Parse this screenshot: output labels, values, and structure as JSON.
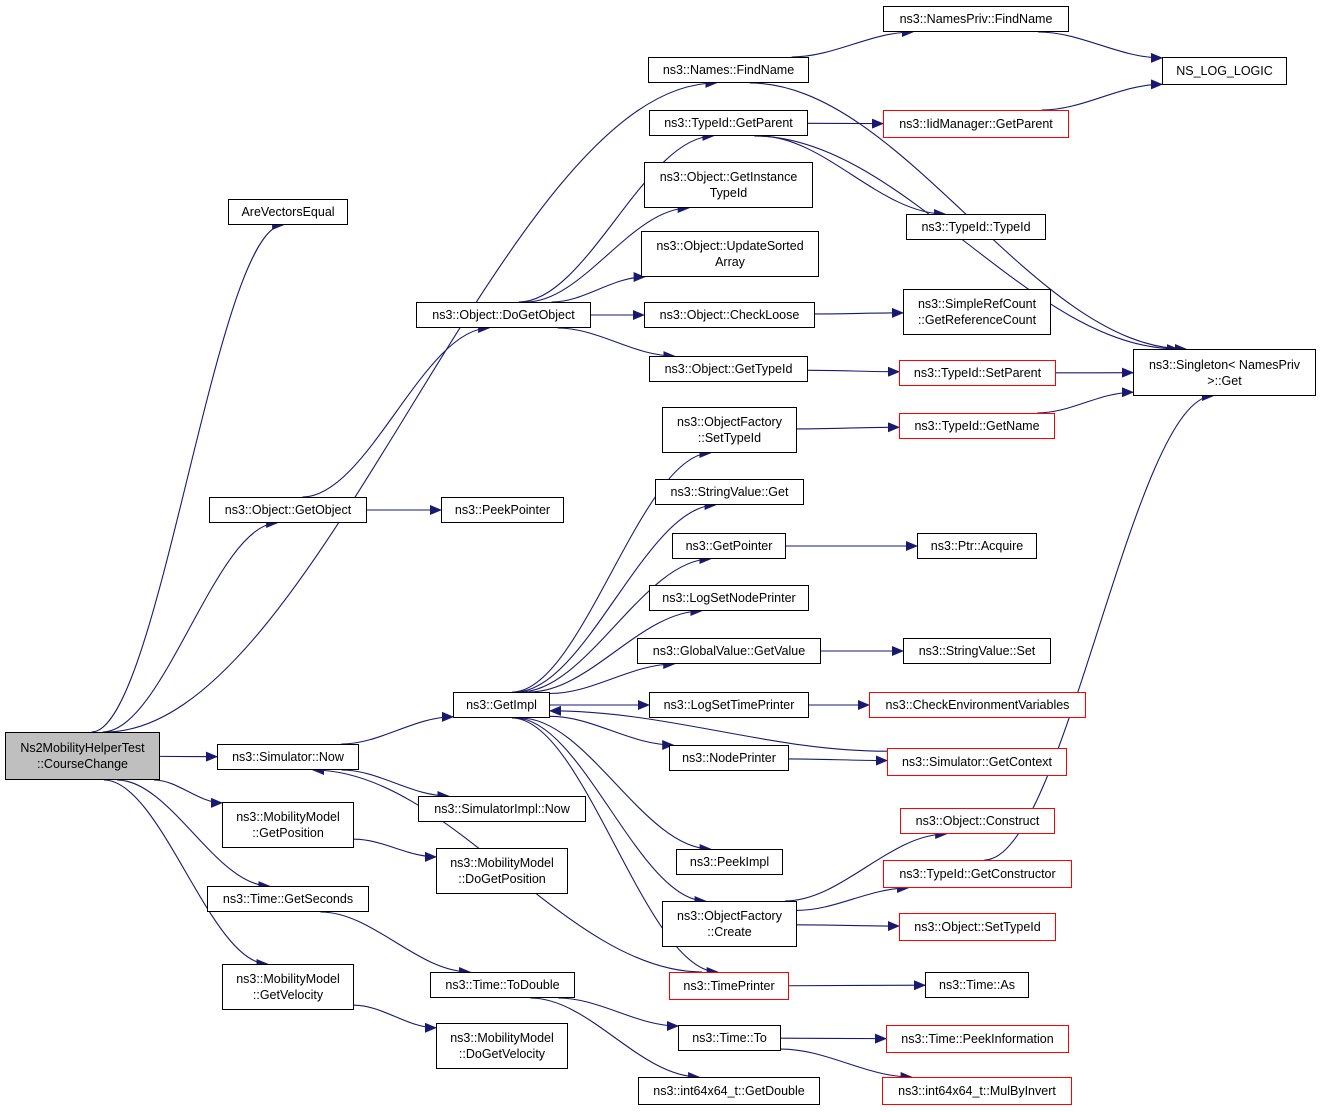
{
  "colors": {
    "edge": "#191970",
    "border_default": "#000000",
    "border_truncated": "#ff0000",
    "root_fill": "#bfbfbf",
    "node_fill": "#ffffff"
  },
  "nodes": [
    {
      "id": "root",
      "label": "Ns2MobilityHelperTest\n::CourseChange",
      "style": "root"
    },
    {
      "id": "arevectorsequal",
      "label": "AreVectorsEqual",
      "style": "normal"
    },
    {
      "id": "names_findname",
      "label": "ns3::Names::FindName",
      "style": "normal"
    },
    {
      "id": "namespriv_findname",
      "label": "ns3::NamesPriv::FindName",
      "style": "normal"
    },
    {
      "id": "ns_log_logic",
      "label": "NS_LOG_LOGIC",
      "style": "normal"
    },
    {
      "id": "typeid_getparent",
      "label": "ns3::TypeId::GetParent",
      "style": "normal"
    },
    {
      "id": "iidmanager_getparent",
      "label": "ns3::IidManager::GetParent",
      "style": "red"
    },
    {
      "id": "object_getinstancetypeid",
      "label": "ns3::Object::GetInstance\nTypeId",
      "style": "normal"
    },
    {
      "id": "typeid_typeid",
      "label": "ns3::TypeId::TypeId",
      "style": "normal"
    },
    {
      "id": "object_updatesortedarray",
      "label": "ns3::Object::UpdateSorted\nArray",
      "style": "normal"
    },
    {
      "id": "object_dogetobject",
      "label": "ns3::Object::DoGetObject",
      "style": "normal"
    },
    {
      "id": "object_checkloose",
      "label": "ns3::Object::CheckLoose",
      "style": "normal"
    },
    {
      "id": "simplerefcount",
      "label": "ns3::SimpleRefCount\n::GetReferenceCount",
      "style": "normal"
    },
    {
      "id": "singleton_get",
      "label": "ns3::Singleton< NamesPriv\n>::Get",
      "style": "normal"
    },
    {
      "id": "object_gettypeid",
      "label": "ns3::Object::GetTypeId",
      "style": "normal"
    },
    {
      "id": "typeid_setparent",
      "label": "ns3::TypeId::SetParent",
      "style": "red"
    },
    {
      "id": "objectfactory_settypeid",
      "label": "ns3::ObjectFactory\n::SetTypeId",
      "style": "normal"
    },
    {
      "id": "typeid_getname",
      "label": "ns3::TypeId::GetName",
      "style": "red"
    },
    {
      "id": "stringvalue_get",
      "label": "ns3::StringValue::Get",
      "style": "normal"
    },
    {
      "id": "object_getobject",
      "label": "ns3::Object::GetObject",
      "style": "normal"
    },
    {
      "id": "peekpointer",
      "label": "ns3::PeekPointer",
      "style": "normal"
    },
    {
      "id": "getpointer",
      "label": "ns3::GetPointer",
      "style": "normal"
    },
    {
      "id": "ptr_acquire",
      "label": "ns3::Ptr::Acquire",
      "style": "normal"
    },
    {
      "id": "logsetnodeprinter",
      "label": "ns3::LogSetNodePrinter",
      "style": "normal"
    },
    {
      "id": "globalvalue_getvalue",
      "label": "ns3::GlobalValue::GetValue",
      "style": "normal"
    },
    {
      "id": "stringvalue_set",
      "label": "ns3::StringValue::Set",
      "style": "normal"
    },
    {
      "id": "getimpl",
      "label": "ns3::GetImpl",
      "style": "normal"
    },
    {
      "id": "logsettimeprinter",
      "label": "ns3::LogSetTimePrinter",
      "style": "normal"
    },
    {
      "id": "checkenvvars",
      "label": "ns3::CheckEnvironmentVariables",
      "style": "red"
    },
    {
      "id": "simulator_now",
      "label": "ns3::Simulator::Now",
      "style": "normal"
    },
    {
      "id": "nodeprinter",
      "label": "ns3::NodePrinter",
      "style": "normal"
    },
    {
      "id": "simulator_getcontext",
      "label": "ns3::Simulator::GetContext",
      "style": "red"
    },
    {
      "id": "simulatorimpl_now",
      "label": "ns3::SimulatorImpl::Now",
      "style": "normal"
    },
    {
      "id": "mm_getposition",
      "label": "ns3::MobilityModel\n::GetPosition",
      "style": "normal"
    },
    {
      "id": "object_construct",
      "label": "ns3::Object::Construct",
      "style": "red"
    },
    {
      "id": "mm_dogetposition",
      "label": "ns3::MobilityModel\n::DoGetPosition",
      "style": "normal"
    },
    {
      "id": "peekimpl",
      "label": "ns3::PeekImpl",
      "style": "normal"
    },
    {
      "id": "typeid_getconstructor",
      "label": "ns3::TypeId::GetConstructor",
      "style": "red"
    },
    {
      "id": "time_getseconds",
      "label": "ns3::Time::GetSeconds",
      "style": "normal"
    },
    {
      "id": "objectfactory_create",
      "label": "ns3::ObjectFactory\n::Create",
      "style": "normal"
    },
    {
      "id": "object_settypeid",
      "label": "ns3::Object::SetTypeId",
      "style": "red"
    },
    {
      "id": "mm_getvelocity",
      "label": "ns3::MobilityModel\n::GetVelocity",
      "style": "normal"
    },
    {
      "id": "time_todouble",
      "label": "ns3::Time::ToDouble",
      "style": "normal"
    },
    {
      "id": "timeprinter",
      "label": "ns3::TimePrinter",
      "style": "red"
    },
    {
      "id": "time_as",
      "label": "ns3::Time::As",
      "style": "normal"
    },
    {
      "id": "mm_dogetvelocity",
      "label": "ns3::MobilityModel\n::DoGetVelocity",
      "style": "normal"
    },
    {
      "id": "time_to",
      "label": "ns3::Time::To",
      "style": "normal"
    },
    {
      "id": "time_peekinformation",
      "label": "ns3::Time::PeekInformation",
      "style": "red"
    },
    {
      "id": "int64_getdouble",
      "label": "ns3::int64x64_t::GetDouble",
      "style": "normal"
    },
    {
      "id": "int64_mulbyinvert",
      "label": "ns3::int64x64_t::MulByInvert",
      "style": "red"
    }
  ],
  "edges": [
    {
      "from": "root",
      "to": "arevectorsequal"
    },
    {
      "from": "root",
      "to": "names_findname"
    },
    {
      "from": "root",
      "to": "object_getobject"
    },
    {
      "from": "root",
      "to": "simulator_now"
    },
    {
      "from": "root",
      "to": "mm_getposition"
    },
    {
      "from": "root",
      "to": "time_getseconds"
    },
    {
      "from": "root",
      "to": "mm_getvelocity"
    },
    {
      "from": "names_findname",
      "to": "namespriv_findname"
    },
    {
      "from": "names_findname",
      "to": "singleton_get"
    },
    {
      "from": "namespriv_findname",
      "to": "ns_log_logic"
    },
    {
      "from": "typeid_getparent",
      "to": "iidmanager_getparent"
    },
    {
      "from": "typeid_getparent",
      "to": "typeid_typeid"
    },
    {
      "from": "typeid_getparent",
      "to": "singleton_get"
    },
    {
      "from": "iidmanager_getparent",
      "to": "ns_log_logic"
    },
    {
      "from": "object_dogetobject",
      "to": "typeid_getparent"
    },
    {
      "from": "object_dogetobject",
      "to": "object_getinstancetypeid"
    },
    {
      "from": "object_dogetobject",
      "to": "object_updatesortedarray"
    },
    {
      "from": "object_dogetobject",
      "to": "object_checkloose"
    },
    {
      "from": "object_dogetobject",
      "to": "object_gettypeid"
    },
    {
      "from": "object_checkloose",
      "to": "simplerefcount"
    },
    {
      "from": "object_gettypeid",
      "to": "typeid_setparent"
    },
    {
      "from": "typeid_setparent",
      "to": "singleton_get"
    },
    {
      "from": "objectfactory_settypeid",
      "to": "typeid_getname"
    },
    {
      "from": "typeid_getname",
      "to": "singleton_get"
    },
    {
      "from": "object_getobject",
      "to": "object_dogetobject"
    },
    {
      "from": "object_getobject",
      "to": "peekpointer"
    },
    {
      "from": "getpointer",
      "to": "ptr_acquire"
    },
    {
      "from": "globalvalue_getvalue",
      "to": "stringvalue_set"
    },
    {
      "from": "getimpl",
      "to": "objectfactory_settypeid"
    },
    {
      "from": "getimpl",
      "to": "stringvalue_get"
    },
    {
      "from": "getimpl",
      "to": "getpointer"
    },
    {
      "from": "getimpl",
      "to": "logsetnodeprinter"
    },
    {
      "from": "getimpl",
      "to": "globalvalue_getvalue"
    },
    {
      "from": "getimpl",
      "to": "logsettimeprinter"
    },
    {
      "from": "getimpl",
      "to": "nodeprinter"
    },
    {
      "from": "getimpl",
      "to": "peekimpl"
    },
    {
      "from": "getimpl",
      "to": "objectfactory_create"
    },
    {
      "from": "getimpl",
      "to": "timeprinter"
    },
    {
      "from": "logsettimeprinter",
      "to": "checkenvvars"
    },
    {
      "from": "nodeprinter",
      "to": "simulator_getcontext"
    },
    {
      "from": "simulator_getcontext",
      "to": "getimpl"
    },
    {
      "from": "simulator_now",
      "to": "getimpl"
    },
    {
      "from": "simulator_now",
      "to": "simulatorimpl_now"
    },
    {
      "from": "timeprinter",
      "to": "simulator_now"
    },
    {
      "from": "timeprinter",
      "to": "time_as"
    },
    {
      "from": "mm_getposition",
      "to": "mm_dogetposition"
    },
    {
      "from": "typeid_getconstructor",
      "to": "singleton_get"
    },
    {
      "from": "objectfactory_create",
      "to": "object_construct"
    },
    {
      "from": "objectfactory_create",
      "to": "typeid_getconstructor"
    },
    {
      "from": "objectfactory_create",
      "to": "object_settypeid"
    },
    {
      "from": "time_getseconds",
      "to": "time_todouble"
    },
    {
      "from": "mm_getvelocity",
      "to": "mm_dogetvelocity"
    },
    {
      "from": "time_todouble",
      "to": "time_to"
    },
    {
      "from": "time_todouble",
      "to": "int64_getdouble"
    },
    {
      "from": "time_to",
      "to": "time_peekinformation"
    },
    {
      "from": "time_to",
      "to": "int64_mulbyinvert"
    }
  ]
}
